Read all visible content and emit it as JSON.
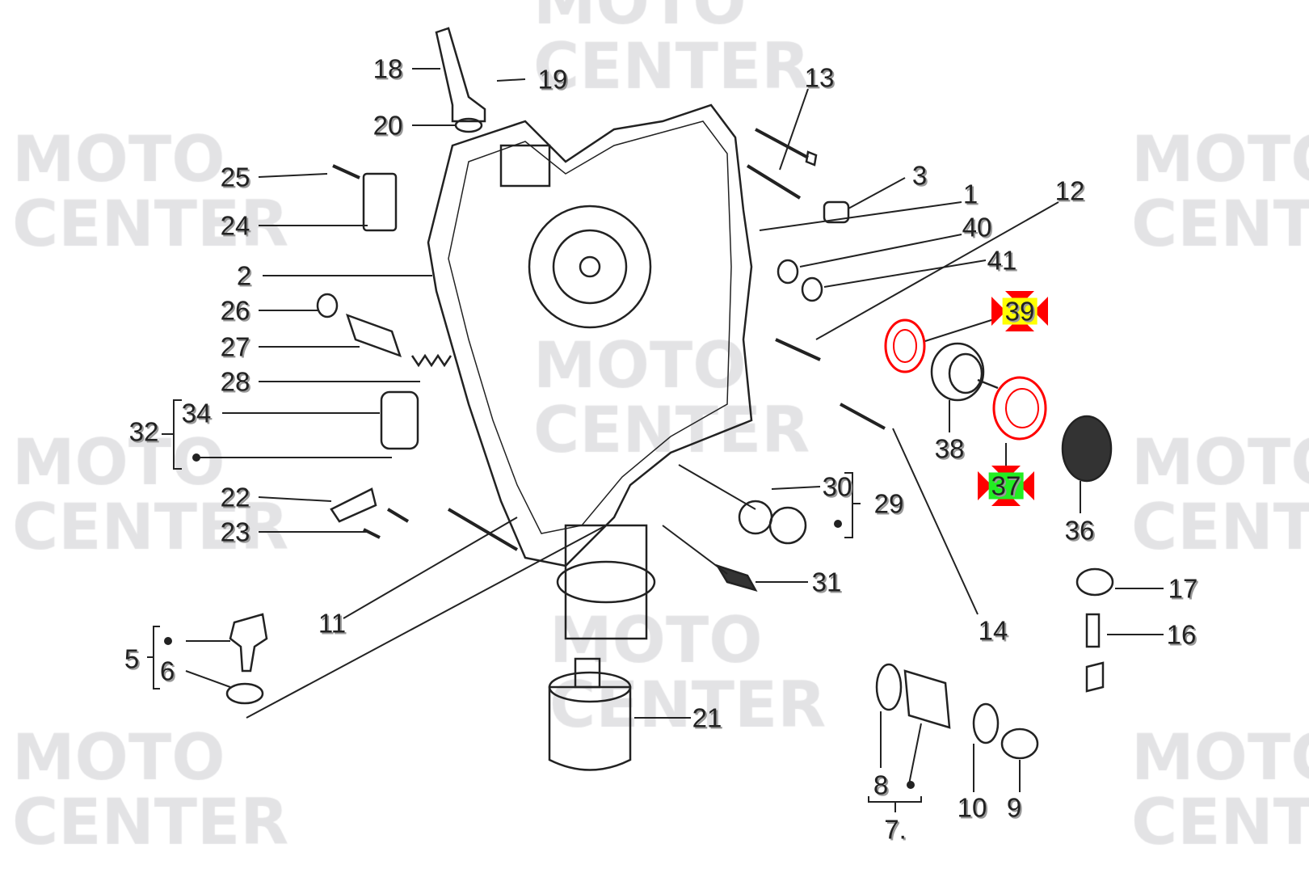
{
  "watermark": {
    "line1": "MOTO",
    "line2": "CENTER"
  },
  "highlight_color": "#ff0000",
  "callouts": [
    {
      "id": "18",
      "text": "18"
    },
    {
      "id": "19",
      "text": "19"
    },
    {
      "id": "20",
      "text": "20"
    },
    {
      "id": "13",
      "text": "13"
    },
    {
      "id": "25",
      "text": "25"
    },
    {
      "id": "3",
      "text": "3"
    },
    {
      "id": "1",
      "text": "1"
    },
    {
      "id": "12",
      "text": "12"
    },
    {
      "id": "24",
      "text": "24"
    },
    {
      "id": "40",
      "text": "40"
    },
    {
      "id": "2",
      "text": "2"
    },
    {
      "id": "41",
      "text": "41"
    },
    {
      "id": "26",
      "text": "26"
    },
    {
      "id": "39",
      "text": "39"
    },
    {
      "id": "27",
      "text": "27"
    },
    {
      "id": "28",
      "text": "28"
    },
    {
      "id": "34",
      "text": "34"
    },
    {
      "id": "32",
      "text": "32"
    },
    {
      "id": "38",
      "text": "38"
    },
    {
      "id": "37",
      "text": "37"
    },
    {
      "id": "22",
      "text": "22"
    },
    {
      "id": "30",
      "text": "30"
    },
    {
      "id": "29",
      "text": "29"
    },
    {
      "id": "36",
      "text": "36"
    },
    {
      "id": "23",
      "text": "23"
    },
    {
      "id": "31",
      "text": "31"
    },
    {
      "id": "17",
      "text": "17"
    },
    {
      "id": "11",
      "text": "11"
    },
    {
      "id": "14",
      "text": "14"
    },
    {
      "id": "16",
      "text": "16"
    },
    {
      "id": "5",
      "text": "5"
    },
    {
      "id": "6",
      "text": "6"
    },
    {
      "id": "21",
      "text": "21"
    },
    {
      "id": "8",
      "text": "8"
    },
    {
      "id": "10",
      "text": "10"
    },
    {
      "id": "9",
      "text": "9"
    },
    {
      "id": "7",
      "text": "7."
    }
  ]
}
